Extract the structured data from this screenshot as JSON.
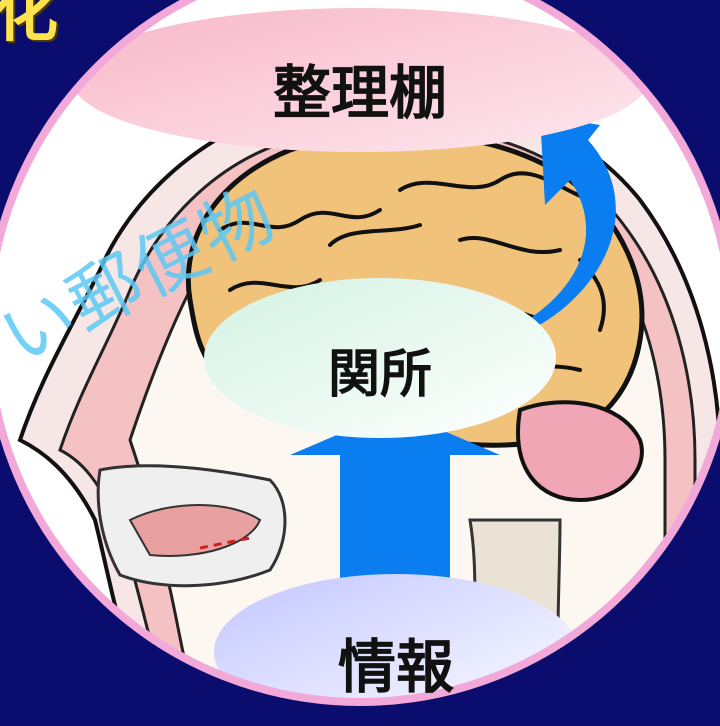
{
  "title_partial": "化",
  "nodes": {
    "top": "整理棚",
    "middle": "関所",
    "bottom": "情報"
  },
  "watermark_text": "い郵便物",
  "colors": {
    "background": "#0b0d6e",
    "ring": "#f2a8d8",
    "top_ellipse": "#f9c6d6",
    "middle_ellipse": "#e9f7f1",
    "bottom_ellipse": "#d9dcff",
    "arrow": "#0a7ef0",
    "brain": "#f1c27a",
    "skin": "#ebb4b4",
    "watermark": "#5ac8f5",
    "title": "#ffe34d"
  }
}
